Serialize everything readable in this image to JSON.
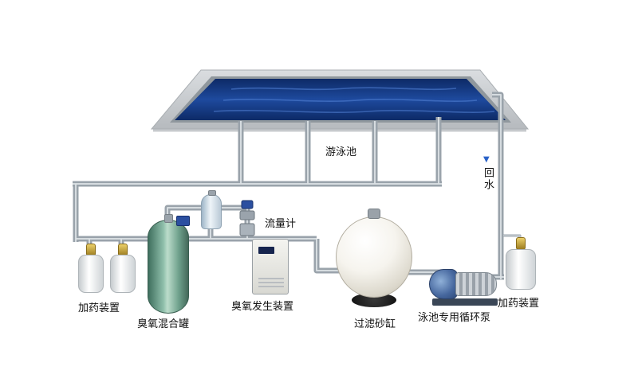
{
  "labels": {
    "pool": "游泳池",
    "return_water": "回水",
    "dosing_left": "加药装置",
    "ozone_mixing_tank": "臭氧混合罐",
    "flow_meter": "流量计",
    "ozone_generator": "臭氧发生装置",
    "filter_sand_tank": "过滤砂缸",
    "circulation_pump": "泳池专用循环泵",
    "dosing_right": "加药装置"
  },
  "icons": {
    "return_arrow": "▼"
  },
  "colors": {
    "pipe": "#9aa3ab",
    "pipe_highlight": "#dde2e6",
    "pool_water_dark": "#0d2a66",
    "pool_water_mid": "#1e4a9e",
    "pool_deck": "#c7cbce",
    "tank_green": "#7fae9c",
    "pump_blue": "#46679e",
    "arrow_blue": "#2a62c8",
    "label_text": "#111111"
  }
}
